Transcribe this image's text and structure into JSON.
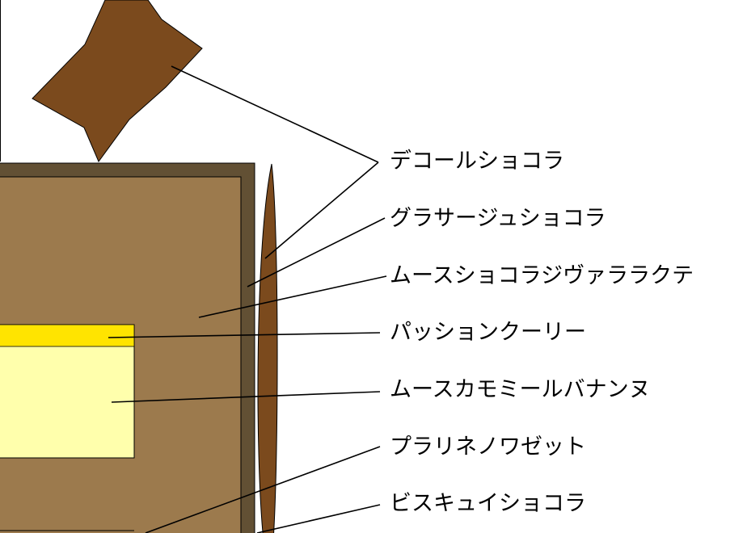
{
  "labels": [
    "デコールショコラ",
    "グラサージュショコラ",
    "ムースショコラジヴァララクテ",
    "パッションクーリー",
    "ムースカモミールバナンヌ",
    "プラリネノワゼット",
    "ビスキュイショコラ"
  ],
  "colors": {
    "decor": "#7b4a1d",
    "glaze_frame": "#625034",
    "mousse_chocolate": "#9c7a4d",
    "passion_coulis": "#ffe400",
    "chamomile_banana_mousse": "#ffffac",
    "leader_line": "#000000"
  }
}
